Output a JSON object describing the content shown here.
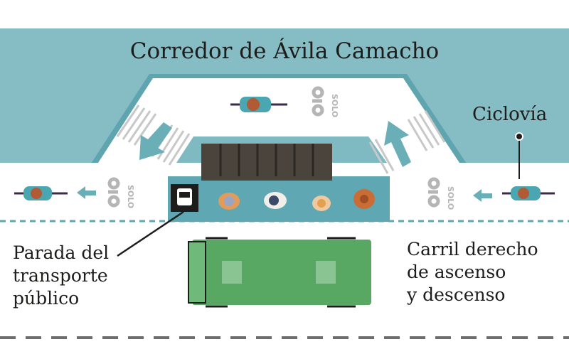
{
  "title": "Corredor de Ávila Camacho",
  "labels": {
    "bike_lane": "Ciclovía",
    "bus_stop": [
      "Parada del",
      "transporte",
      "público"
    ],
    "right_lane": [
      "Carril derecho",
      "de ascenso",
      "y descenso"
    ]
  },
  "markings": {
    "solo": "SOLO"
  },
  "colors": {
    "corridor": "#86bcc4",
    "corridor_edge": "#5ea5af",
    "platform": "#5fa8b3",
    "bench": "#4a443c",
    "bus": "#58a864",
    "arrow": "#6aaeb8"
  }
}
